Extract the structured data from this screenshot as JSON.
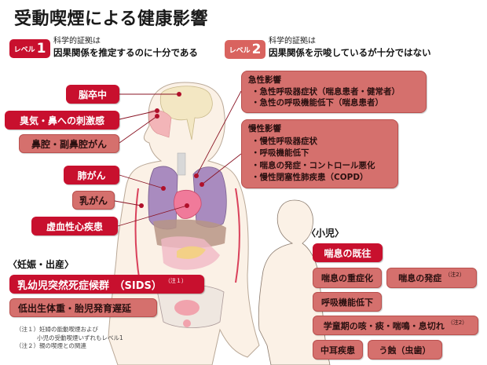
{
  "title": "受動喫煙による健康影響",
  "legend": {
    "level1": {
      "badge_prefix": "レベル",
      "badge_number": "1",
      "line1": "科学的証拠は",
      "line2": "因果関係を推定するのに十分である",
      "color": "#c8102e"
    },
    "level2": {
      "badge_prefix": "レベル",
      "badge_number": "2",
      "line1": "科学的証拠は",
      "line2": "因果関係を示唆しているが十分ではない",
      "color": "#d9635f"
    }
  },
  "adult_effects": [
    {
      "label": "脳卒中",
      "level": 1
    },
    {
      "label": "臭気・鼻への刺激感",
      "level": 1
    },
    {
      "label": "鼻腔・副鼻腔がん",
      "level": 2
    },
    {
      "label": "肺がん",
      "level": 1
    },
    {
      "label": "乳がん",
      "level": 2
    },
    {
      "label": "虚血性心疾患",
      "level": 1
    }
  ],
  "acute_panel": {
    "heading": "急性影響",
    "items": [
      "・急性呼吸器症状（喘息患者・健常者）",
      "・急性の呼吸機能低下（喘息患者）"
    ],
    "level": 2
  },
  "chronic_panel": {
    "heading": "慢性影響",
    "items": [
      "・慢性呼吸器症状",
      "・呼吸機能低下",
      "・喘息の発症・コントロール悪化",
      "・慢性閉塞性肺疾患（COPD）"
    ],
    "level": 2
  },
  "pregnancy": {
    "heading": "〈妊娠・出産〉",
    "items": [
      {
        "label": "乳幼児突然死症候群　（SIDS）",
        "note": "（注１）",
        "level": 1
      },
      {
        "label": "低出生体重・胎児発育遅延",
        "note": "",
        "level": 2
      }
    ]
  },
  "child": {
    "heading": "〈小児〉",
    "items": [
      {
        "label": "喘息の既往",
        "note": "",
        "level": 1
      },
      {
        "label": "喘息の重症化",
        "note": "",
        "level": 2
      },
      {
        "label": "喘息の発症",
        "note": "（注2）",
        "level": 2
      },
      {
        "label": "呼吸機能低下",
        "note": "",
        "level": 2
      },
      {
        "label": "学童期の咳・痰・喘鳴・息切れ",
        "note": "（注2）",
        "level": 2
      },
      {
        "label": "中耳疾患",
        "note": "",
        "level": 2
      },
      {
        "label": "う蝕（虫歯）",
        "note": "",
        "level": 2
      }
    ]
  },
  "notes": {
    "n1_label": "（注１）",
    "n1_line1": "妊婦の能動喫煙および",
    "n1_line2": "小児の受動喫煙いずれもレベル1",
    "n2_label": "（注２）",
    "n2_line1": "親の喫煙との関連"
  },
  "colors": {
    "level1": "#c8102e",
    "level2": "#d5706d",
    "skin": "#fbf1e6",
    "lung": "#a98bbf",
    "brain": "#f3e7c3",
    "vessel": "#d9405a"
  }
}
